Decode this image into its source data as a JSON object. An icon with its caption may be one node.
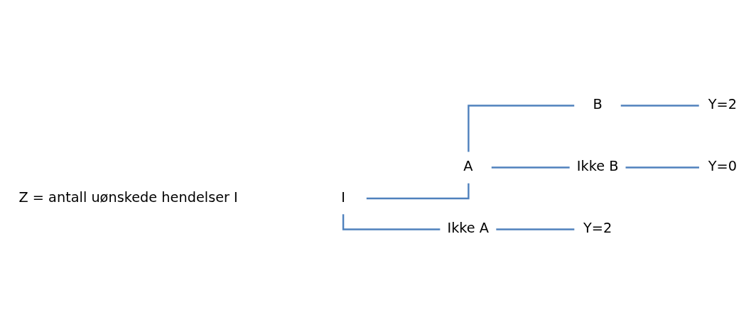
{
  "diagram": {
    "nodes": [
      {
        "text": [
          "I"
        ]
      },
      {
        "text": [
          "A"
        ]
      },
      {
        "text": [
          "Ikke A"
        ]
      },
      {
        "text": [
          "B"
        ]
      },
      {
        "text": [
          "Ikke B"
        ]
      },
      {
        "text": [
          "Y=2"
        ]
      },
      {
        "text": [
          "Y=0"
        ]
      },
      {
        "text": [
          "Y=2"
        ]
      }
    ],
    "edges": [
      {
        "from": 0,
        "to": 1,
        "arrow": "none"
      },
      {
        "from": 0,
        "to": 2,
        "arrow": "none"
      },
      {
        "from": 1,
        "to": 3,
        "arrow": "none"
      },
      {
        "from": 1,
        "to": 4,
        "arrow": "none"
      },
      {
        "from": 3,
        "to": 5,
        "arrow": "none"
      },
      {
        "from": 4,
        "to": 6,
        "arrow": "none"
      },
      {
        "from": 2,
        "to": 7,
        "arrow": "none"
      }
    ],
    "labels": [
      "Z = antall uønskede hendelser I"
    ]
  }
}
